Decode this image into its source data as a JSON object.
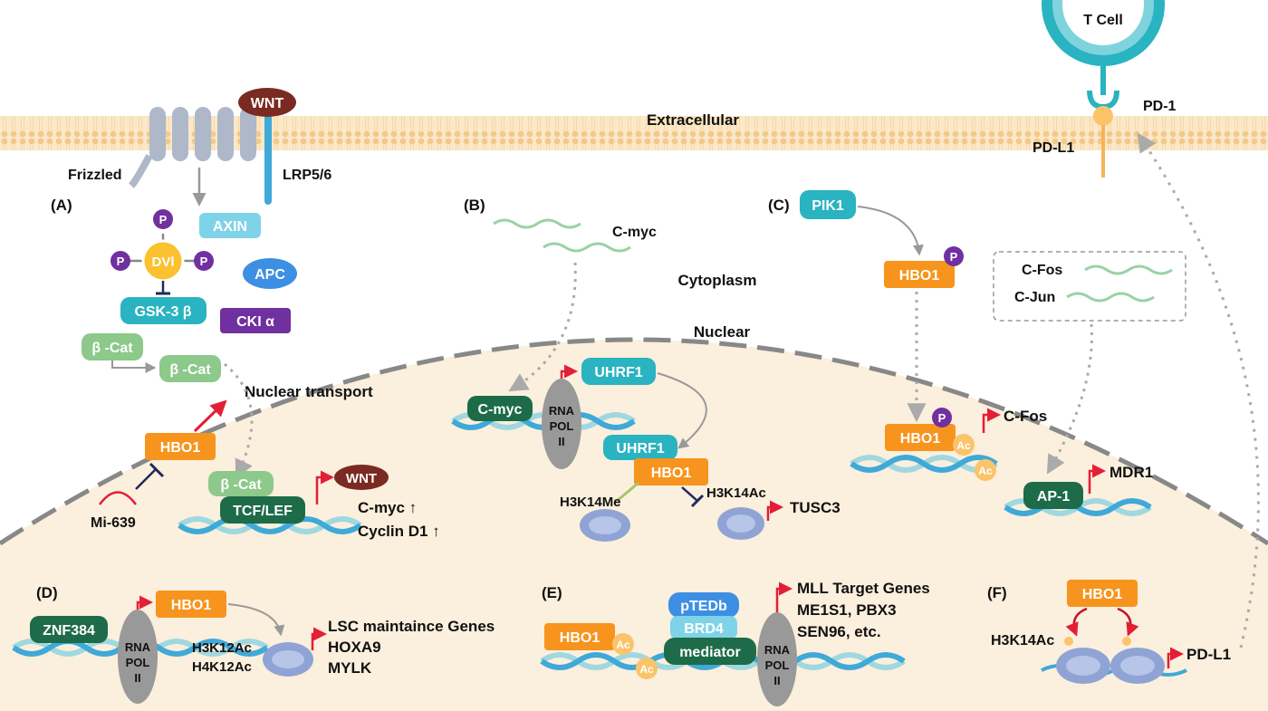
{
  "regions": {
    "extracellular": "Extracellular",
    "cytoplasm": "Cytoplasm",
    "nuclear": "Nuclear",
    "nuclear_transport": "Nuclear transport"
  },
  "panels": {
    "a": "(A)",
    "b": "(B)",
    "c": "(C)",
    "d": "(D)",
    "e": "(E)",
    "f": "(F)"
  },
  "membrane": {
    "wnt": "WNT",
    "frizzled": "Frizzled",
    "lrp": "LRP5/6",
    "t_cell": "T Cell",
    "pd1": "PD-1",
    "pdl1": "PD-L1"
  },
  "panel_a": {
    "dvl": "DVl",
    "p": "P",
    "axin": "AXIN",
    "apc": "APC",
    "gsk": "GSK-3 β",
    "cki": "CKI α",
    "bcat1": "β -Cat",
    "bcat2": "β -Cat",
    "bcat3": "β -Cat",
    "tcf": "TCF/LEF",
    "hbo1": "HBO1",
    "mi639": "Mi-639",
    "wnt": "WNT",
    "cmyc_up": "C-myc ↑",
    "cyclin_up": "Cyclin D1 ↑"
  },
  "panel_b": {
    "cmyc_label": "C-myc",
    "cmyc_pill": "C-myc",
    "uhrf1_top": "UHRF1",
    "uhrf1_bottom": "UHRF1",
    "hbo1": "HBO1",
    "rna_pol": [
      "RNA",
      "POL",
      "II"
    ],
    "h3k14me": "H3K14Me",
    "h3k14ac": "H3K14Ac",
    "tusc3": "TUSC3"
  },
  "panel_c": {
    "pik1": "PIK1",
    "hbo1_top": "HBO1",
    "hbo1_bottom": "HBO1",
    "p": "P",
    "ac": "Ac",
    "cfos": "C-Fos",
    "cjun": "C-Jun",
    "cfos_target": "C-Fos",
    "ap1": "AP-1",
    "mdr1": "MDR1"
  },
  "panel_d": {
    "znf": "ZNF384",
    "hbo1": "HBO1",
    "rna_pol": [
      "RNA",
      "POL",
      "II"
    ],
    "h3k12": "H3K12Ac",
    "h4k12": "H4K12Ac",
    "genes": [
      "LSC maintaince Genes",
      "HOXA9",
      "MYLK"
    ]
  },
  "panel_e": {
    "hbo1": "HBO1",
    "ac": "Ac",
    "ptefb": "pTEDb",
    "brd4": "BRD4",
    "mediator": "mediator",
    "rna_pol": [
      "RNA",
      "POL",
      "II"
    ],
    "genes": [
      "MLL Target Genes",
      "ME1S1, PBX3",
      "SEN96, etc."
    ]
  },
  "panel_f": {
    "hbo1": "HBO1",
    "h3k14ac": "H3K14Ac",
    "pdl1": "PD-L1"
  },
  "colors": {
    "hbo1": "#F7941D",
    "teal": "#2AB3C0",
    "dark_green": "#1D6B48",
    "light_green": "#8CC98A",
    "purple": "#7030A0",
    "maroon": "#7B2A22",
    "nucleus": "#FBEFDD",
    "red_arrow": "#E31E37"
  }
}
